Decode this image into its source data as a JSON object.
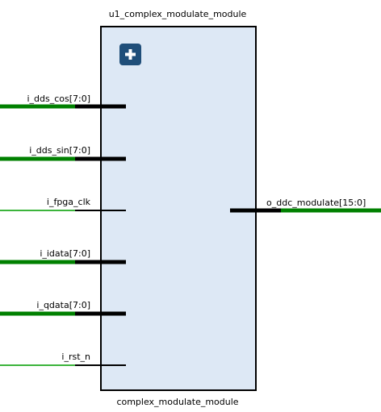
{
  "module": {
    "instance_name": "u1_complex_modulate_module",
    "type_name": "complex_modulate_module",
    "fill_color": "#dde8f5",
    "border_color": "#000000",
    "expand_icon": {
      "icon": "plus-icon",
      "color": "#1f4e79"
    }
  },
  "wire_colors": {
    "bus": "#008000",
    "single": "#3cb43c",
    "pin": "#000000"
  },
  "inputs": [
    {
      "label": "i_dds_cos[7:0]",
      "bus": true
    },
    {
      "label": "i_dds_sin[7:0]",
      "bus": true
    },
    {
      "label": "i_fpga_clk",
      "bus": false
    },
    {
      "label": "i_idata[7:0]",
      "bus": true
    },
    {
      "label": "i_qdata[7:0]",
      "bus": true
    },
    {
      "label": "i_rst_n",
      "bus": false
    }
  ],
  "outputs": [
    {
      "label": "o_ddc_modulate[15:0]",
      "bus": true
    }
  ]
}
